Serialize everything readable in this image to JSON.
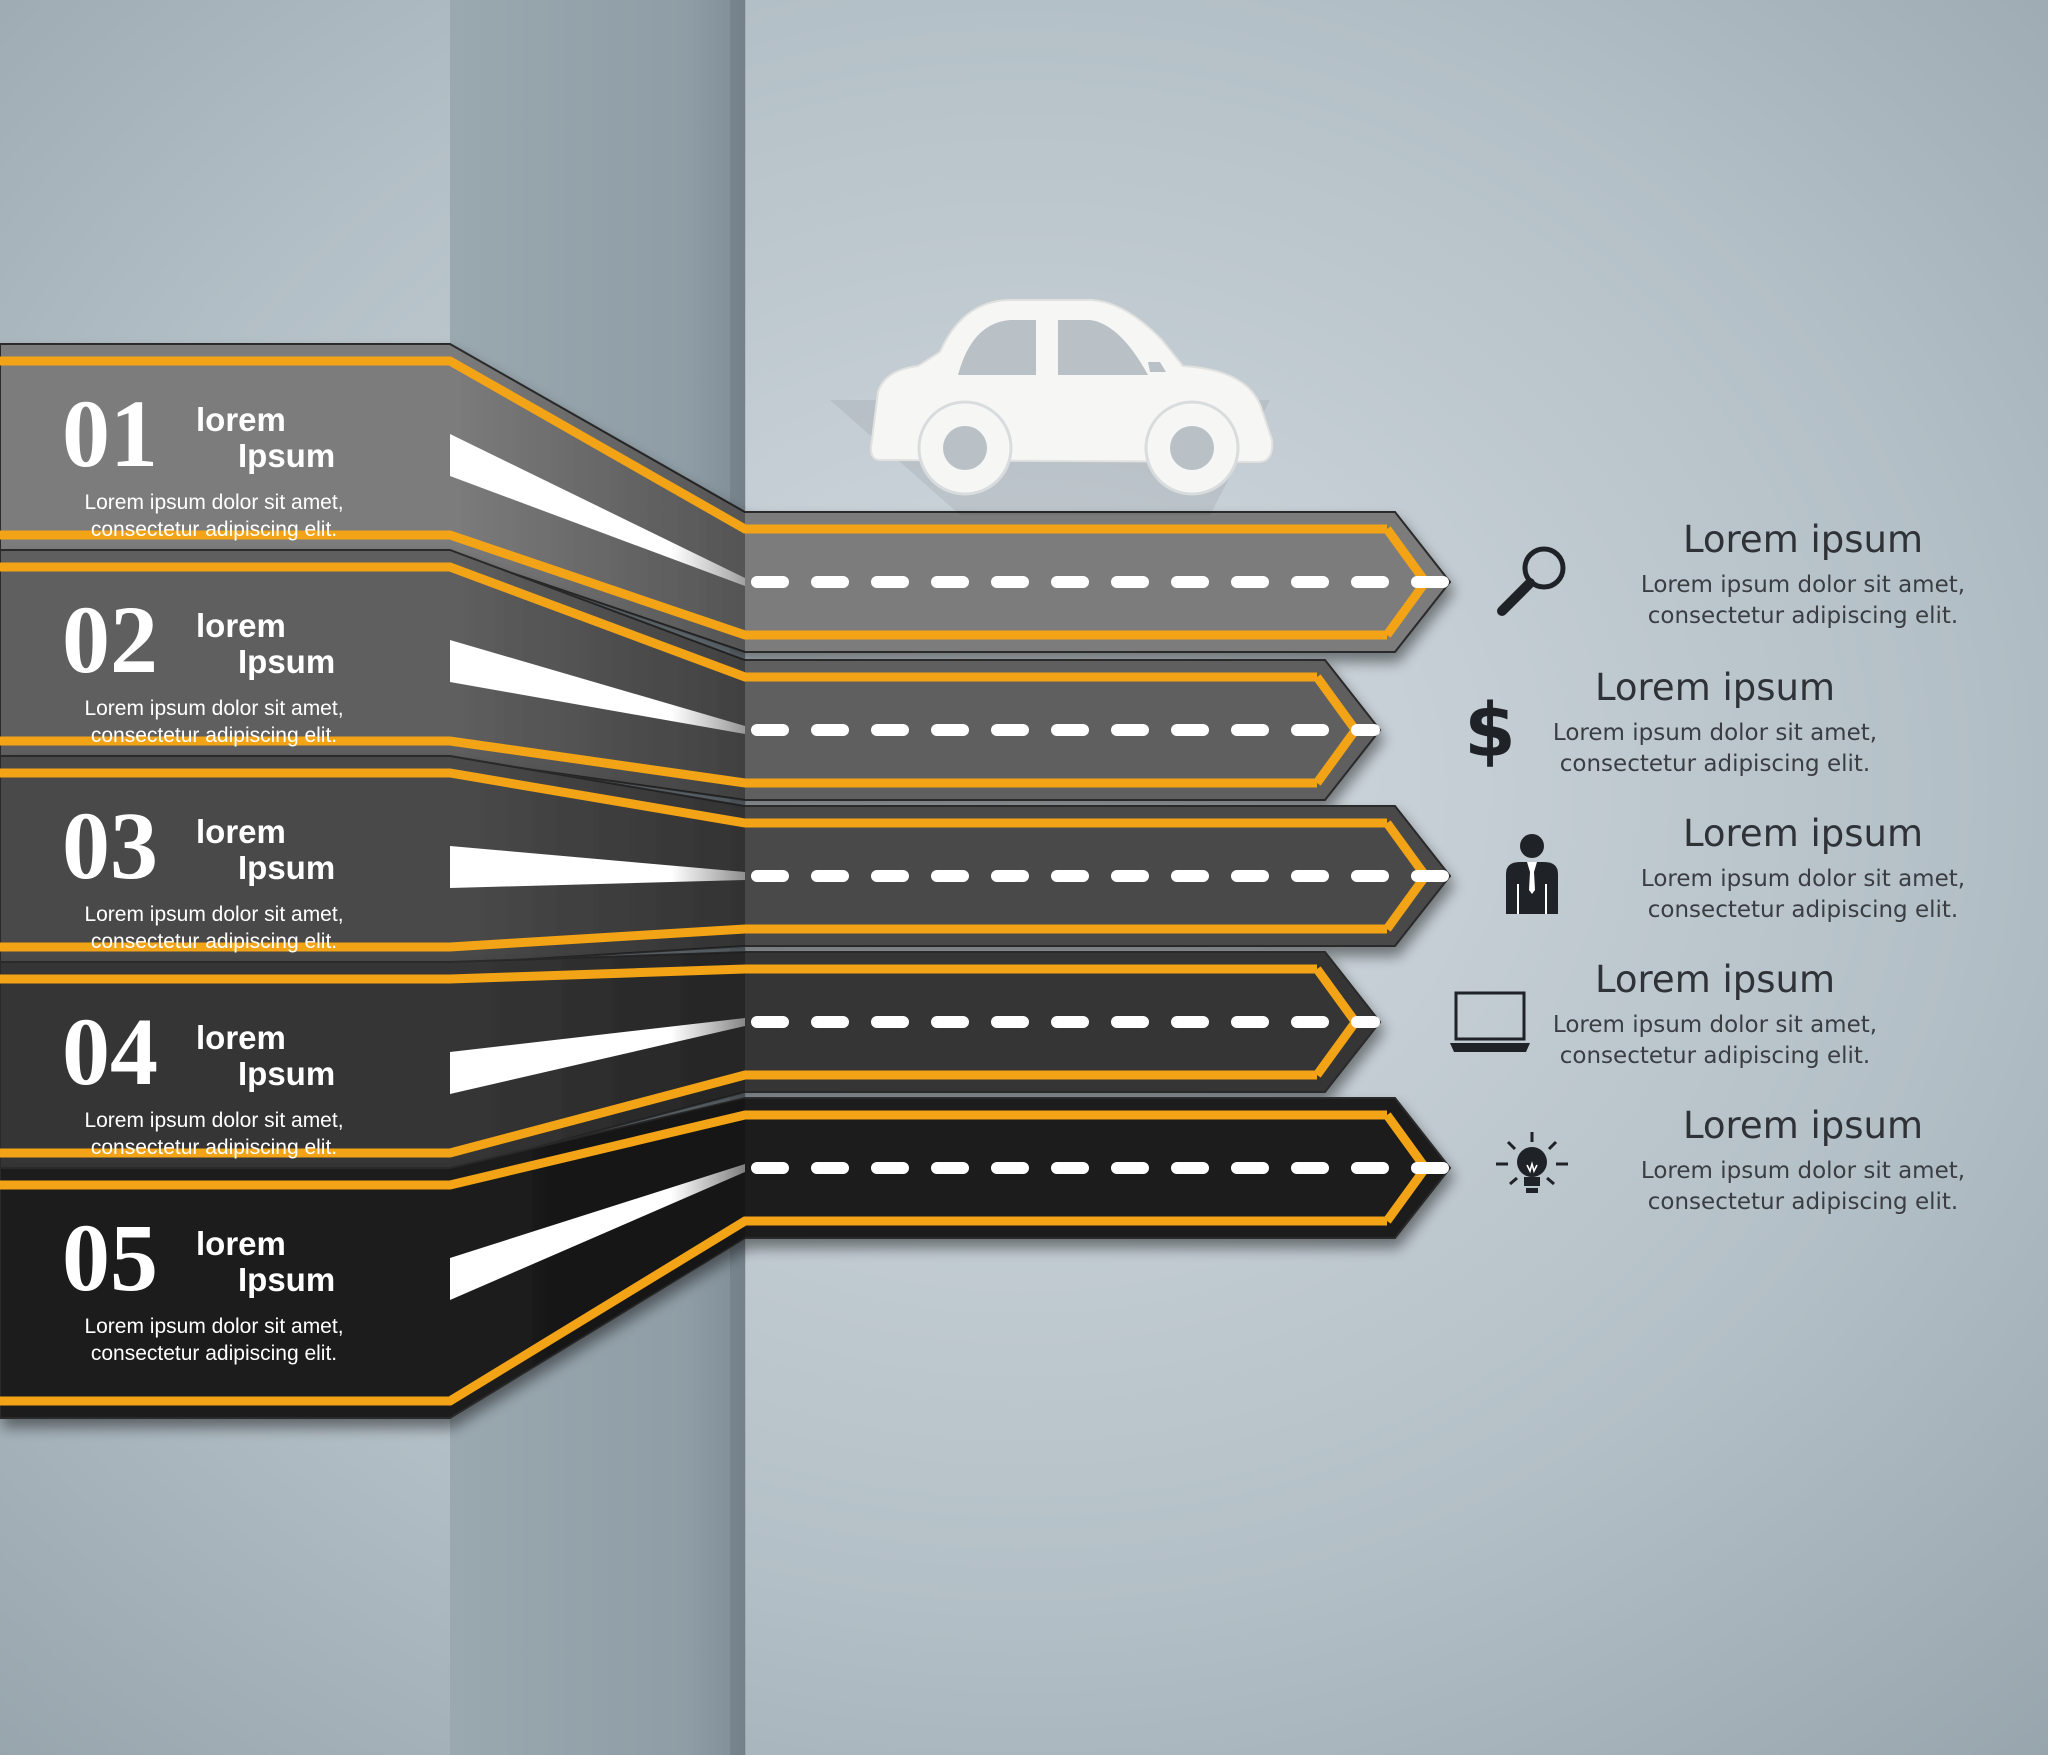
{
  "colors": {
    "accent": "#f3a312",
    "background": "#a9b5bc",
    "lane_fills": [
      "#7c7c7c",
      "#5f5f5f",
      "#4a4a4a",
      "#363636",
      "#1c1c1c"
    ],
    "icon": "#1f2226"
  },
  "steps": [
    {
      "number": "01",
      "title_line1": "lorem",
      "title_line2": "Ipsum",
      "body_line1": "Lorem ipsum dolor sit amet,",
      "body_line2": "consectetur adipiscing elit."
    },
    {
      "number": "02",
      "title_line1": "lorem",
      "title_line2": "Ipsum",
      "body_line1": "Lorem ipsum dolor sit amet,",
      "body_line2": "consectetur adipiscing elit."
    },
    {
      "number": "03",
      "title_line1": "lorem",
      "title_line2": "Ipsum",
      "body_line1": "Lorem ipsum dolor sit amet,",
      "body_line2": "consectetur adipiscing elit."
    },
    {
      "number": "04",
      "title_line1": "lorem",
      "title_line2": "Ipsum",
      "body_line1": "Lorem ipsum dolor sit amet,",
      "body_line2": "consectetur adipiscing elit."
    },
    {
      "number": "05",
      "title_line1": "lorem",
      "title_line2": "Ipsum",
      "body_line1": "Lorem ipsum dolor sit amet,",
      "body_line2": "consectetur adipiscing elit."
    }
  ],
  "infos": [
    {
      "icon": "magnifier-icon",
      "title": "Lorem ipsum",
      "body_line1": "Lorem ipsum dolor sit amet,",
      "body_line2": "consectetur adipiscing elit."
    },
    {
      "icon": "dollar-icon",
      "title": "Lorem ipsum",
      "body_line1": "Lorem ipsum dolor sit amet,",
      "body_line2": "consectetur adipiscing elit."
    },
    {
      "icon": "businessman-icon",
      "title": "Lorem ipsum",
      "body_line1": "Lorem ipsum dolor sit amet,",
      "body_line2": "consectetur adipiscing elit."
    },
    {
      "icon": "laptop-icon",
      "title": "Lorem ipsum",
      "body_line1": "Lorem ipsum dolor sit amet,",
      "body_line2": "consectetur adipiscing elit."
    },
    {
      "icon": "lightbulb-icon",
      "title": "Lorem ipsum",
      "body_line1": "Lorem ipsum dolor sit amet,",
      "body_line2": "consectetur adipiscing elit."
    }
  ],
  "car": {
    "icon": "car-icon"
  }
}
